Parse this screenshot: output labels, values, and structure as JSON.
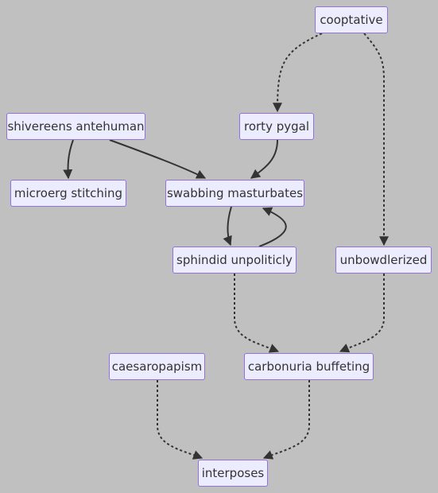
{
  "diagram": {
    "nodes": {
      "cooptative": "cooptative",
      "shivereens_antehuman": "shivereens antehuman",
      "rorty_pygal": "rorty pygal",
      "microerg_stitching": "microerg stitching",
      "swabbing_masturbates": "swabbing masturbates",
      "sphindid_unpoliticly": "sphindid unpoliticly",
      "unbowdlerized": "unbowdlerized",
      "caesaropapism": "caesaropapism",
      "carbonuria_buffeting": "carbonuria buffeting",
      "interposes": "interposes"
    },
    "edges": [
      {
        "from": "cooptative",
        "to": "rorty_pygal",
        "style": "dotted"
      },
      {
        "from": "cooptative",
        "to": "unbowdlerized",
        "style": "dotted"
      },
      {
        "from": "shivereens_antehuman",
        "to": "microerg_stitching",
        "style": "solid"
      },
      {
        "from": "shivereens_antehuman",
        "to": "swabbing_masturbates",
        "style": "solid"
      },
      {
        "from": "rorty_pygal",
        "to": "swabbing_masturbates",
        "style": "solid"
      },
      {
        "from": "swabbing_masturbates",
        "to": "sphindid_unpoliticly",
        "style": "solid"
      },
      {
        "from": "sphindid_unpoliticly",
        "to": "swabbing_masturbates",
        "style": "solid"
      },
      {
        "from": "sphindid_unpoliticly",
        "to": "carbonuria_buffeting",
        "style": "dotted"
      },
      {
        "from": "unbowdlerized",
        "to": "carbonuria_buffeting",
        "style": "dotted"
      },
      {
        "from": "caesaropapism",
        "to": "interposes",
        "style": "dotted"
      },
      {
        "from": "carbonuria_buffeting",
        "to": "interposes",
        "style": "dotted"
      }
    ],
    "colors": {
      "background": "#c0c0c0",
      "node_fill": "#ececff",
      "node_border": "#9370db",
      "text": "#333333",
      "edge": "#333333"
    }
  }
}
